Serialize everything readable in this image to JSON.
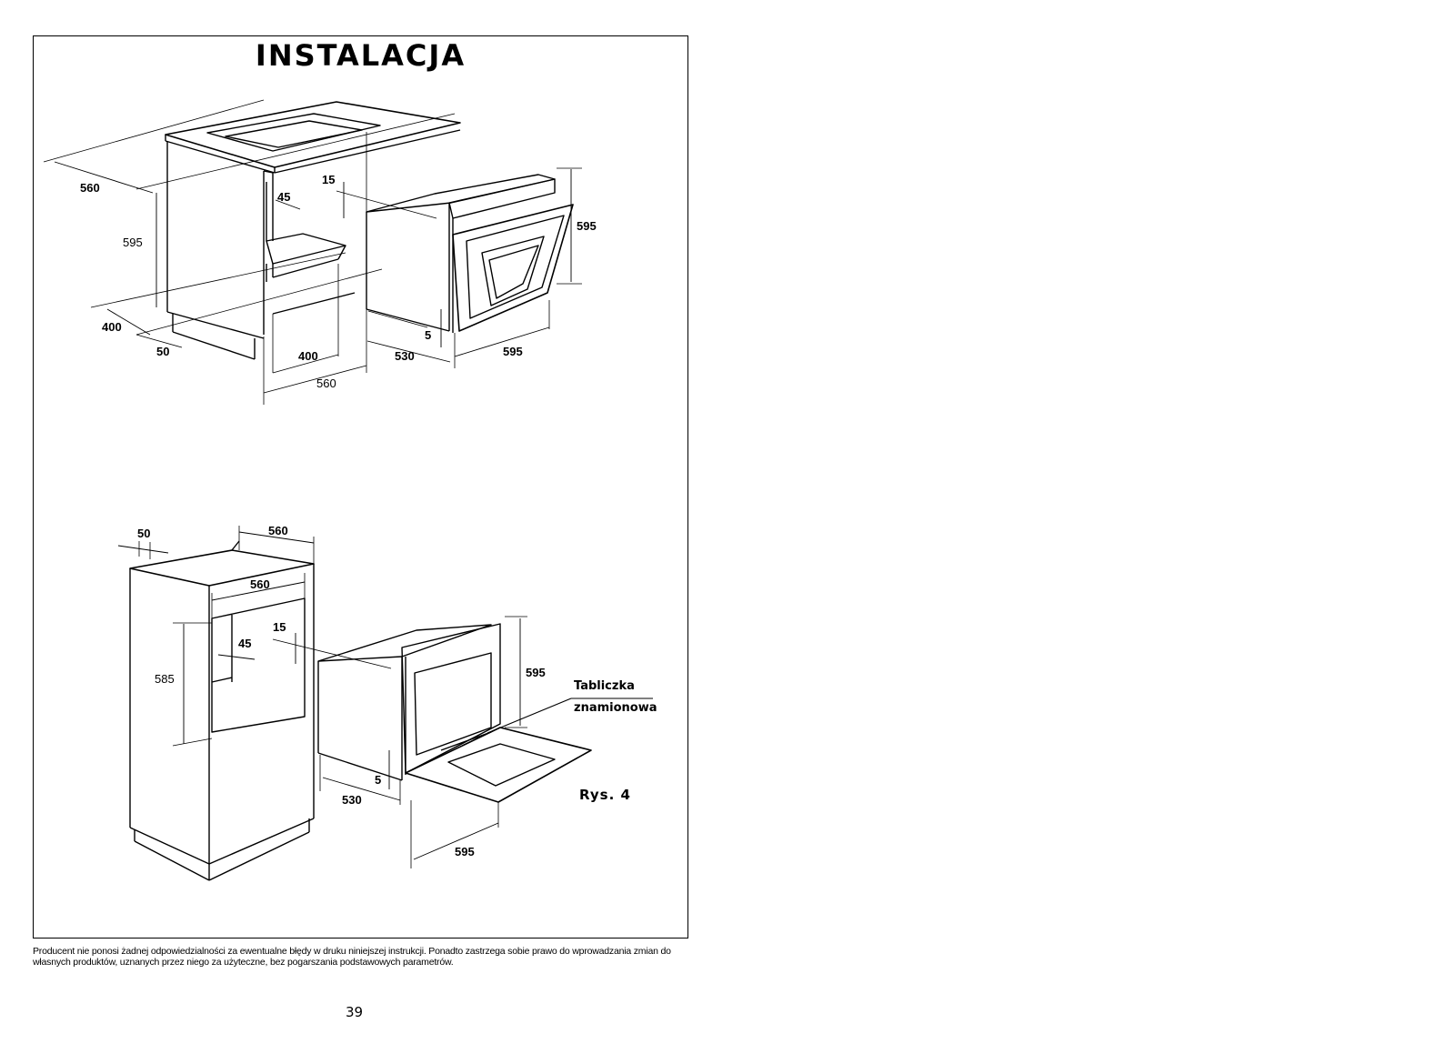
{
  "title": "INSTALACJA",
  "figure1": {
    "dims": {
      "d560a": "560",
      "d595a": "595",
      "d400a": "400",
      "d50a": "50",
      "d45a": "45",
      "d15a": "15",
      "d400b": "400",
      "d560b": "560",
      "d595b": "595",
      "d5a": "5",
      "d530a": "530",
      "d595c": "595"
    }
  },
  "figure2": {
    "dims": {
      "d50b": "50",
      "d560c": "560",
      "d560d": "560",
      "d15b": "15",
      "d45b": "45",
      "d585": "585",
      "d595d": "595",
      "d5b": "5",
      "d530b": "530",
      "d595e": "595"
    },
    "nameplate_label_1": "Tabliczka",
    "nameplate_label_2": "znamionowa",
    "fig_caption": "Rys. 4"
  },
  "disclaimer": "Producent nie ponosi żadnej odpowiedzialności za ewentualne błędy w druku niniejszej instrukcji. Ponadto zastrzega sobie prawo do wprowadzania zmian do własnych produktów, uznanych przez niego za użyteczne, bez pogarszania podstawowych parametrów.",
  "page_number": "39"
}
